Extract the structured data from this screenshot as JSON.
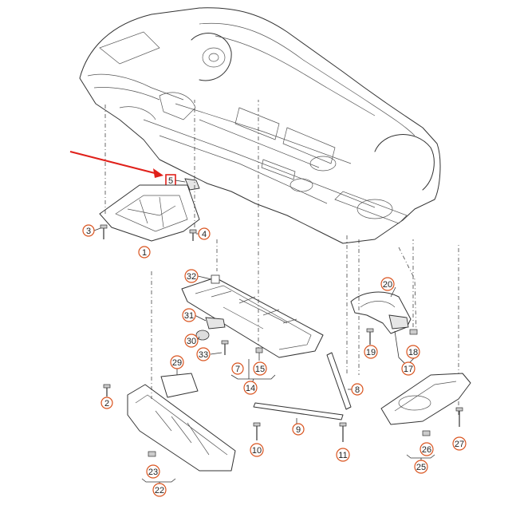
{
  "diagram": {
    "callouts": {
      "c1": "1",
      "c2": "2",
      "c3": "3",
      "c4": "4",
      "c5": "5",
      "c7": "7",
      "c8": "8",
      "c9": "9",
      "c10": "10",
      "c11": "11",
      "c14": "14",
      "c15": "15",
      "c17": "17",
      "c18": "18",
      "c19": "19",
      "c20": "20",
      "c22": "22",
      "c23": "23",
      "c25": "25",
      "c26": "26",
      "c27": "27",
      "c29": "29",
      "c30": "30",
      "c31": "31",
      "c32": "32",
      "c33": "33"
    },
    "colors": {
      "callout_ring": "#d9531e",
      "highlight_box": "#e0201a",
      "arrow": "#e0201a",
      "line_art": "#333333"
    }
  }
}
